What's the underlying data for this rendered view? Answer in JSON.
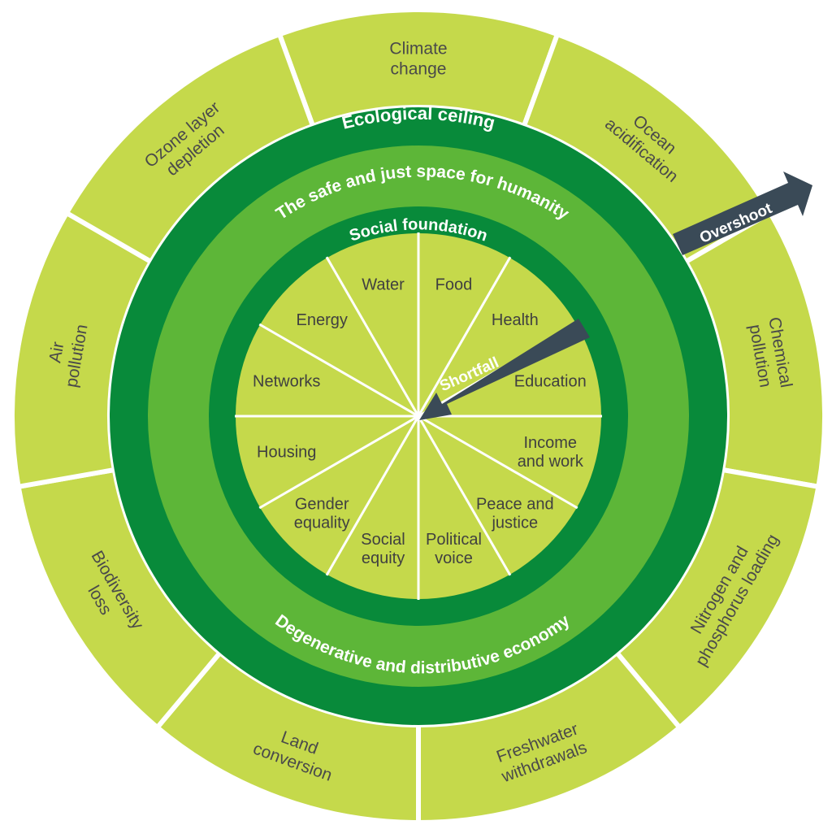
{
  "diagram": {
    "ecological_ceiling_label": "Ecological ceiling",
    "safe_space_label": "The safe and just space for humanity",
    "social_foundation_label": "Social foundation",
    "economy_label": "Degenerative and distributive economy",
    "overshoot_label": "Overshoot",
    "shortfall_label": "Shortfall",
    "outer_segments": [
      [
        "Climate",
        "change"
      ],
      [
        "Ocean",
        "acidification"
      ],
      [
        "Chemical",
        "pollution"
      ],
      [
        "Nitrogen and",
        "phosphorus loading"
      ],
      [
        "Freshwater",
        "withdrawals"
      ],
      [
        "Land",
        "conversion"
      ],
      [
        "Biodiversity",
        "loss"
      ],
      [
        "Air",
        "pollution"
      ],
      [
        "Ozone layer",
        "depletion"
      ]
    ],
    "inner_segments": [
      [
        "Food"
      ],
      [
        "Health"
      ],
      [
        "Education"
      ],
      [
        "Income",
        "and work"
      ],
      [
        "Peace and",
        "justice"
      ],
      [
        "Political",
        "voice"
      ],
      [
        "Social",
        "equity"
      ],
      [
        "Gender",
        "equality"
      ],
      [
        "Housing"
      ],
      [
        "Networks"
      ],
      [
        "Energy"
      ],
      [
        "Water"
      ]
    ],
    "colors": {
      "outer_segment": "#c5d94b",
      "ceiling_ring": "#088a3a",
      "safe_space": "#5db638",
      "inner_segment": "#c5d94b",
      "arrow": "#3a4a57",
      "divider": "#ffffff"
    }
  }
}
